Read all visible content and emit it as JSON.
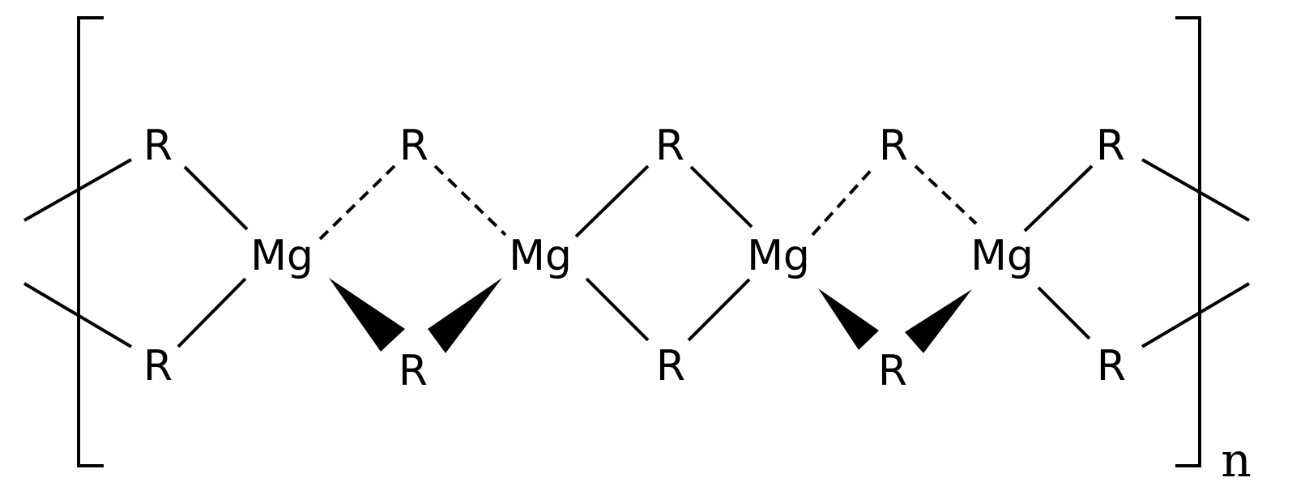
{
  "diagram": {
    "metal_atoms": [
      "Mg",
      "Mg",
      "Mg",
      "Mg"
    ],
    "top_ligands": [
      "R",
      "R",
      "R",
      "R",
      "R"
    ],
    "bottom_ligands": [
      "R",
      "R",
      "R",
      "R",
      "R"
    ],
    "repeat_subscript": "n"
  }
}
